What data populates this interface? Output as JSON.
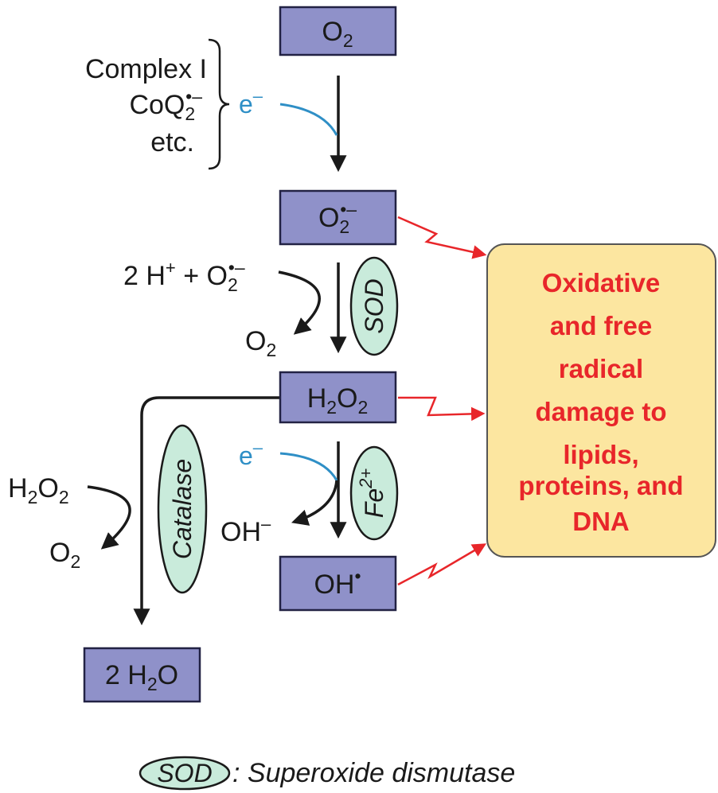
{
  "species": {
    "o2_top": {
      "base": "O",
      "sub": "2"
    },
    "superoxide": {
      "base": "O",
      "sub": "2",
      "sup": "•–"
    },
    "peroxide": {
      "base": "H",
      "sub1": "2",
      "mid": "O",
      "sub2": "2"
    },
    "hydroxyl": {
      "base": "OH",
      "sup": "•"
    },
    "water": {
      "pre": "2 H",
      "sub": "2",
      "post": "O"
    }
  },
  "sources": {
    "complex": "Complex I",
    "coq_base": "CoQ",
    "coq_sub": "2",
    "coq_sup": "•–",
    "etc": "etc."
  },
  "electron": {
    "base": "e",
    "sup": "–"
  },
  "sod_step": {
    "input_pre": "2 H",
    "input_plus_sup": "+",
    "input_mid": " + O",
    "input_sub": "2",
    "input_sup": "•–",
    "output_base": "O",
    "output_sub": "2"
  },
  "fe_step": {
    "output_base": "OH",
    "output_sup": "–"
  },
  "catalase_step": {
    "input_base": "H",
    "input_sub1": "2",
    "input_mid": "O",
    "input_sub2": "2",
    "output_base": "O",
    "output_sub": "2"
  },
  "enzymes": {
    "sod": "SOD",
    "catalase": "Catalase",
    "fe_base": "Fe",
    "fe_sup": "2+"
  },
  "damage": {
    "lines": [
      "Oxidative",
      "and free",
      "radical",
      "damage to",
      "lipids,",
      "proteins, and",
      "DNA"
    ]
  },
  "legend": {
    "abbrev": "SOD",
    "definition": ": Superoxide dismutase"
  },
  "colors": {
    "box_fill": "#8f91c9",
    "enzyme_fill": "#c9ebdb",
    "damage_fill": "#fce6a0",
    "damage_text": "#e8262a",
    "electron": "#2f8fc6"
  }
}
